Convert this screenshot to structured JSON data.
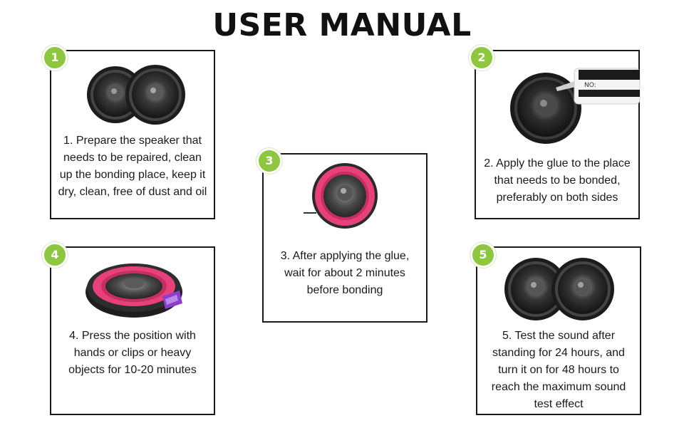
{
  "title": "USER MANUAL",
  "steps": [
    {
      "number": "1",
      "text": "1. Prepare the speaker that needs to be repaired, clean up the bonding place, keep it dry, clean, free of dust and oil"
    },
    {
      "number": "2",
      "text": "2. Apply the glue to the place that needs to be bonded, preferably on both sides"
    },
    {
      "number": "3",
      "text": "3. After applying the glue, wait for about 2 minutes before bonding"
    },
    {
      "number": "4",
      "text": "4. Press the position with hands or clips or heavy objects for 10-20 minutes"
    },
    {
      "number": "5",
      "text": "5. Test the sound after standing for 24 hours, and turn it on for 48 hours to reach the maximum sound test effect"
    }
  ],
  "glue_label": "NO:",
  "colors": {
    "badge": "#8dc63f",
    "border": "#1a1a1a",
    "speaker_dark": "#2b2b2b",
    "surround_red": "#e8407a"
  }
}
